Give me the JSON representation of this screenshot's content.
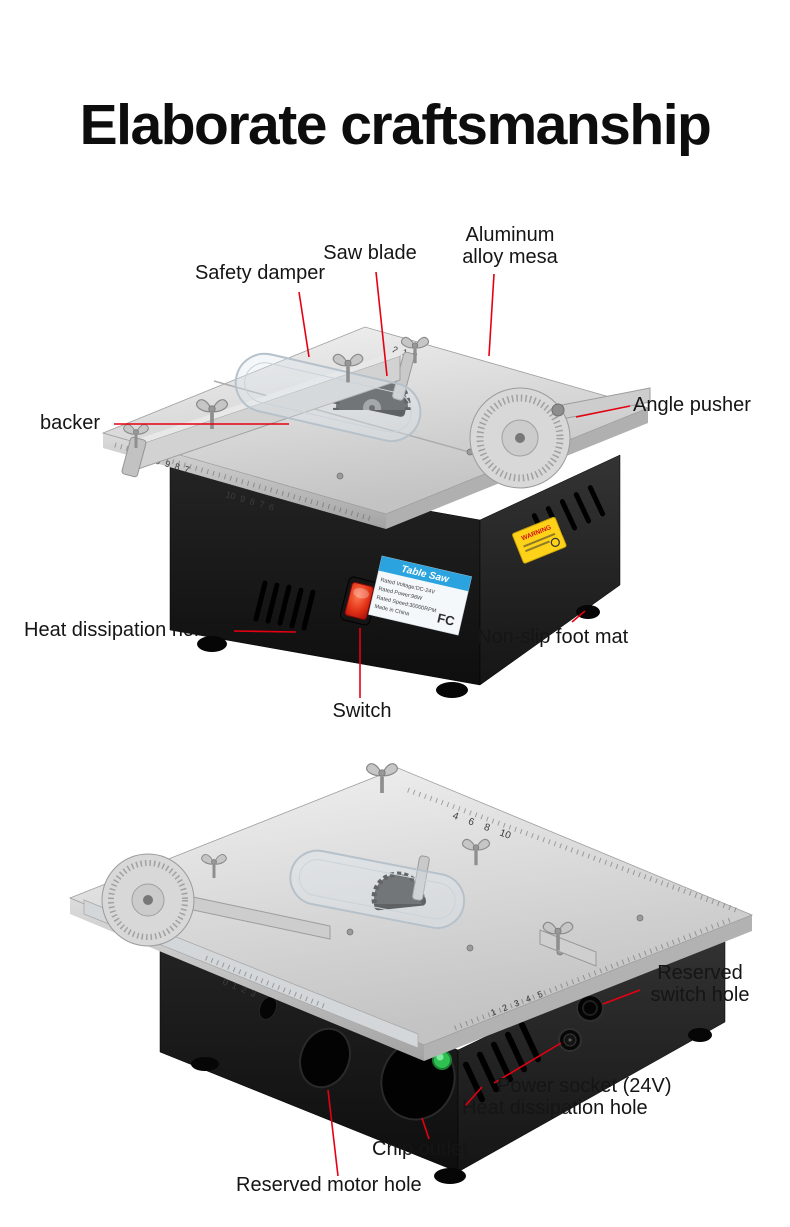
{
  "page": {
    "title": "Elaborate craftsmanship"
  },
  "colors": {
    "leader_line": "#e60012",
    "sticker_blue": "#2ba3df",
    "warning_yellow": "#ffd21a",
    "switch_red": "#d42010"
  },
  "diagram_front": {
    "labels": {
      "saw_blade": "Saw blade",
      "aluminum_mesa_line1": "Aluminum",
      "aluminum_mesa_line2": "alloy mesa",
      "safety_damper": "Safety damper",
      "angle_pusher": "Angle pusher",
      "backer": "backer",
      "heat_dissipation": "Heat dissipation hole",
      "non_slip": "Non-slip foot mat",
      "switch": "Switch"
    },
    "sticker": {
      "brand": "Table Saw",
      "spec_line1": "Rated Voltage:DC-24V",
      "spec_line2": "Rated Power:96W",
      "spec_line3": "Rated Speed:30000RPM",
      "spec_line4": "Made in China",
      "fcc_mark": "FC",
      "warning": "WARNING"
    },
    "rulers": {
      "fence": "10  9  8  7",
      "front_edge": "10  9  8  7  6",
      "back_edge": "2  1  0"
    }
  },
  "diagram_rear": {
    "labels": {
      "reserved_switch_line1": "Reserved",
      "reserved_switch_line2": "switch hole",
      "power_socket": "Power socket (24V)",
      "heat_dissipation": "Heat dissipation hole",
      "chip_outlet": "Chip outlet",
      "reserved_motor": "Reserved motor hole"
    },
    "rulers": {
      "back_edge": "4    6    8    10",
      "mid": "0  1  2  3",
      "front_edge": "1   2   3   4   5"
    }
  }
}
